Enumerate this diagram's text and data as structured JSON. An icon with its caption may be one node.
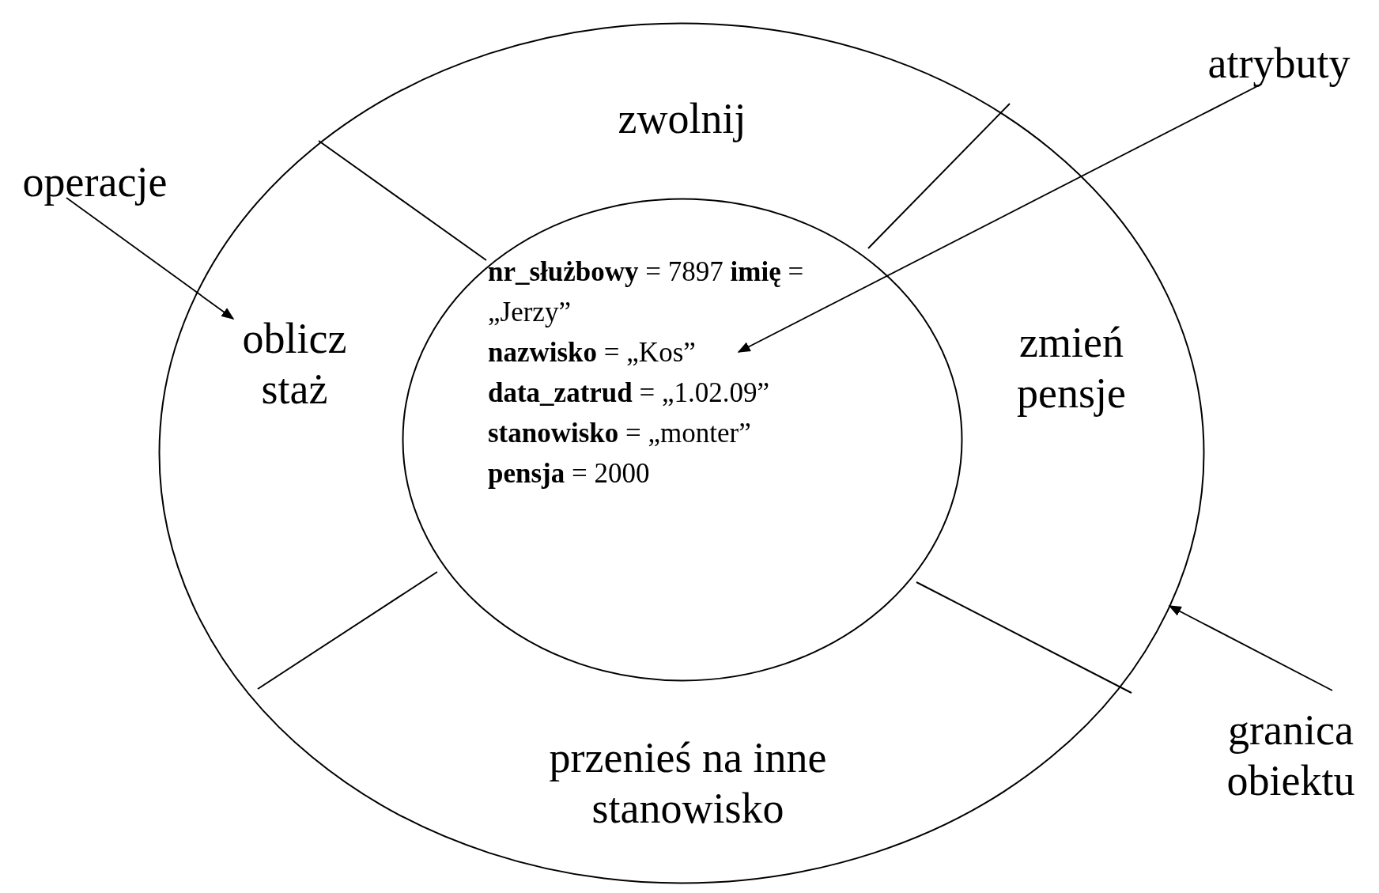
{
  "diagram": {
    "nodes": [
      {
        "text": [],
        "shape": "circle"
      },
      {
        "text": [
          "zwolnij"
        ],
        "in": 0
      },
      {
        "text": [
          "oblicz staż"
        ],
        "in": 0
      },
      {
        "text": [
          "zmień pensje"
        ],
        "in": 0
      },
      {
        "text": [
          "**nr_służbowy** = 7897  **imię** = „Jerzy”",
          "**nazwisko** = „Kos”",
          "**data_zatrud** = „1.02.09”",
          "**stanowisko** = „monter”",
          "**pensja** = 2000"
        ],
        "in": 0
      },
      {
        "text": [
          "przenieś na inne stanowisko"
        ],
        "in": 0
      },
      {
        "text": [
          "operacje"
        ]
      },
      {
        "text": [
          "atrybuty"
        ]
      },
      {
        "text": [
          "granica obiektu"
        ]
      }
    ],
    "edges": [
      {
        "from": 6,
        "to": 2,
        "arrow": "to"
      },
      {
        "from": 7,
        "to": 4,
        "arrow": "to"
      },
      {
        "from": 8,
        "to": 0,
        "arrow": "to"
      }
    ]
  }
}
